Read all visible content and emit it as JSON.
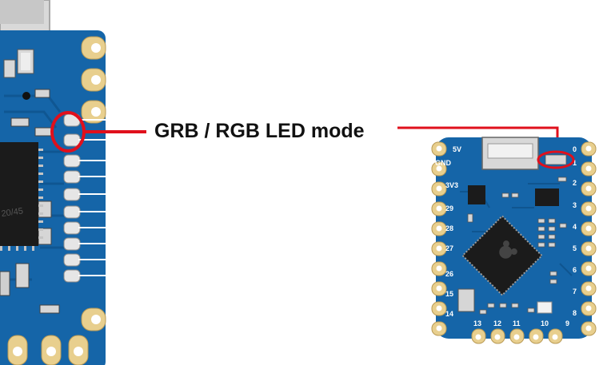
{
  "callout": {
    "label": "GRB / RGB LED mode"
  },
  "board_pins": {
    "left": [
      "5V",
      "GND",
      "3V3",
      "29",
      "28",
      "27",
      "26",
      "15",
      "14"
    ],
    "right": [
      "0",
      "1",
      "2",
      "3",
      "4",
      "5",
      "6",
      "7",
      "8"
    ],
    "bottom": [
      "13",
      "12",
      "11",
      "10",
      "9"
    ]
  },
  "colors": {
    "board": "#1565a8",
    "pad": "#e8cf8e",
    "highlight": "#e0101c",
    "chip": "#1b1b1b"
  }
}
